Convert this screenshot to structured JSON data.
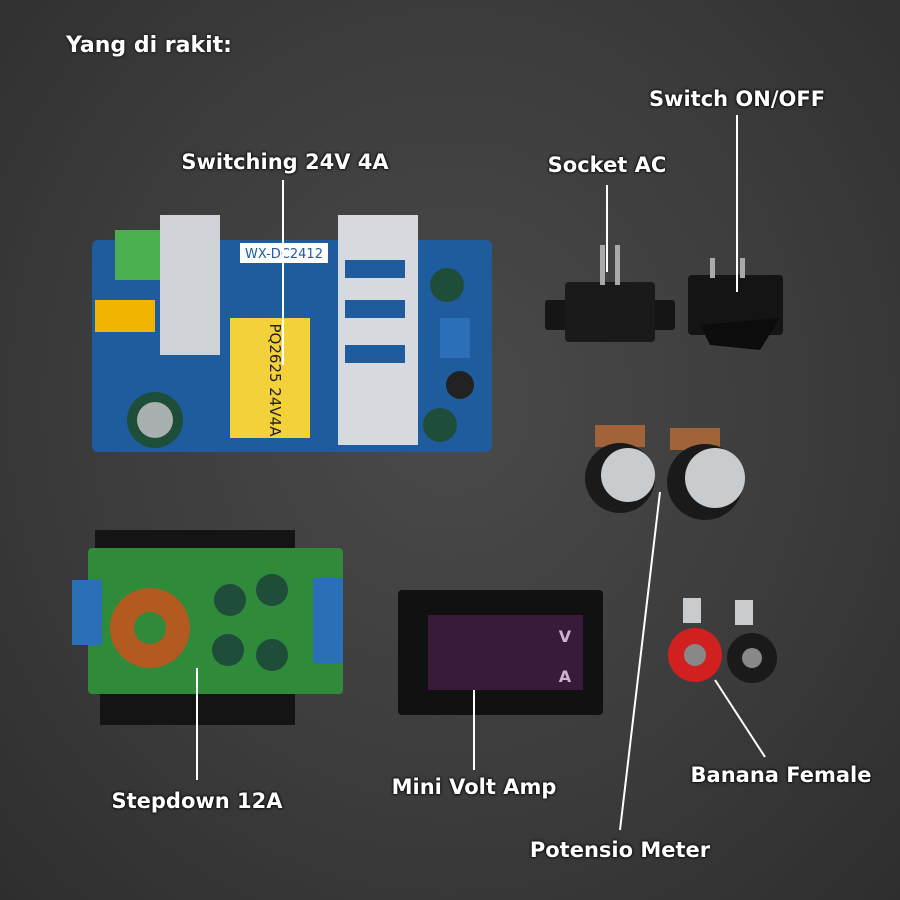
{
  "title": "Yang di rakit:",
  "labels": {
    "switching": "Switching 24V 4A",
    "socket_ac": "Socket AC",
    "switch": "Switch ON/OFF",
    "stepdown": "Stepdown 12A",
    "volt_amp": "Mini Volt Amp",
    "banana": "Banana Female",
    "potensio": "Potensio Meter"
  },
  "board_text": {
    "model": "WX-DC2412",
    "transformer": "PQ2625 24V4A",
    "meter_v": "V",
    "meter_a": "A"
  }
}
